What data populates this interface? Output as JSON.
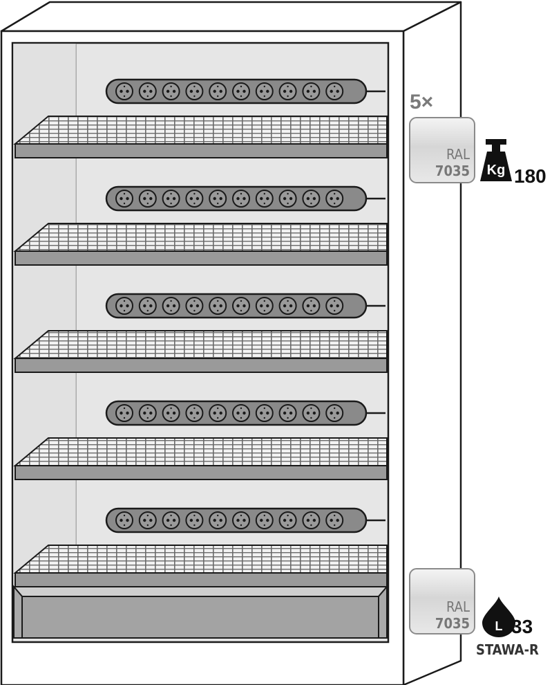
{
  "cabinet": {
    "shelf_count_label": "5×",
    "socket_strips": 5,
    "sockets_per_strip": 10,
    "shelves": 5
  },
  "swatch_top": {
    "ral_label": "RAL",
    "ral_code": "7035",
    "color": "#d8d8d8"
  },
  "swatch_bottom": {
    "ral_label": "RAL",
    "ral_code": "7035",
    "color": "#d8d8d8"
  },
  "load": {
    "unit_icon_text": "Kg",
    "value": "180"
  },
  "sump": {
    "icon_text": "L",
    "value": "33",
    "label": "STAWA-R"
  },
  "colors": {
    "outline": "#1a1a1a",
    "interior": "#e6e6e6",
    "shelf": "#9a9a9a",
    "strip": "#8a8a8a",
    "icon_dark": "#111111"
  }
}
